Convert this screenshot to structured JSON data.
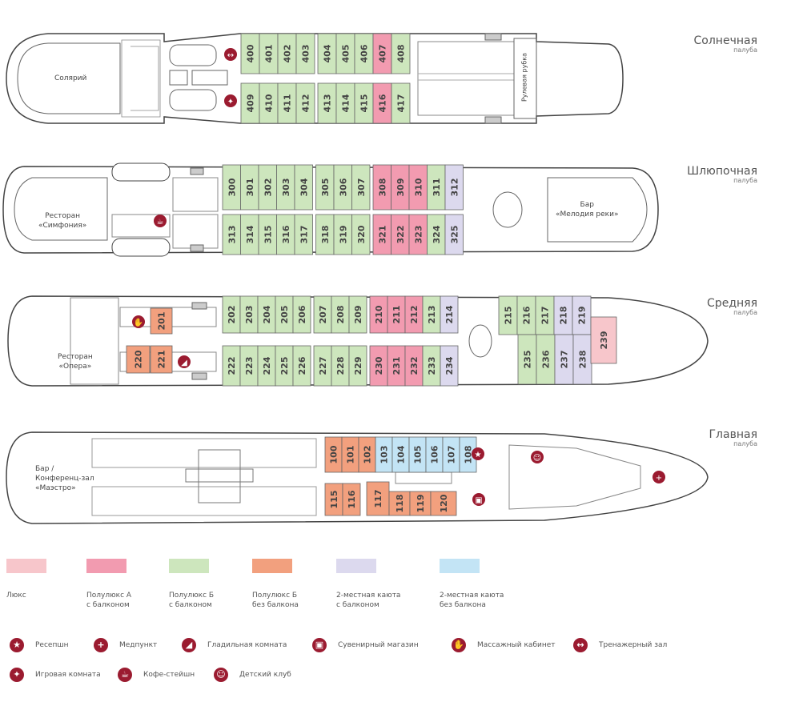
{
  "decks": [
    {
      "name": "Солнечная",
      "sub": "палуба"
    },
    {
      "name": "Шлюпочная",
      "sub": "палуба"
    },
    {
      "name": "Средняя",
      "sub": "палуба"
    },
    {
      "name": "Главная",
      "sub": "палуба"
    }
  ],
  "areas": {
    "solarium": "Солярий",
    "wheelhouse": "Рулевая рубка",
    "rest1a": "Ресторан",
    "rest1b": "«Симфония»",
    "bar1a": "Бар",
    "bar1b": "«Мелодия реки»",
    "rest2a": "Ресторан",
    "rest2b": "«Опера»",
    "conf1": "Бар /",
    "conf2": "Конференц-зал",
    "conf3": "«Маэстро»"
  },
  "colors": {
    "lux": "#f7c6cb",
    "semiA": "#f29bb0",
    "semiB": "#cde6bd",
    "semiBnb": "#f2a07e",
    "dbl": "#dcd9ee",
    "dblnb": "#c3e4f5",
    "accent": "#9b1b30"
  },
  "cabins": {
    "sun_top": [
      "400",
      "401",
      "402",
      "403",
      "404",
      "405",
      "406",
      "407",
      "408"
    ],
    "sun_bot": [
      "409",
      "410",
      "411",
      "412",
      "413",
      "414",
      "415",
      "416",
      "417"
    ],
    "boat_top": [
      "300",
      "301",
      "302",
      "303",
      "304",
      "305",
      "306",
      "307",
      "308",
      "309",
      "310",
      "311",
      "312"
    ],
    "boat_bot": [
      "313",
      "314",
      "315",
      "316",
      "317",
      "318",
      "319",
      "320",
      "321",
      "322",
      "323",
      "324",
      "325"
    ],
    "mid_top": [
      "202",
      "203",
      "204",
      "205",
      "206",
      "207",
      "208",
      "209",
      "210",
      "211",
      "212",
      "213",
      "214"
    ],
    "mid_bot": [
      "222",
      "223",
      "224",
      "225",
      "226",
      "227",
      "228",
      "229",
      "230",
      "231",
      "232",
      "233",
      "234"
    ],
    "mid_aft_top": [
      "215",
      "216",
      "217",
      "218",
      "219"
    ],
    "mid_aft_bot": [
      "235",
      "236",
      "237",
      "238"
    ],
    "mid_misc": [
      "201",
      "220",
      "221",
      "239"
    ],
    "main_top": [
      "100",
      "101",
      "102",
      "103",
      "104",
      "105",
      "106",
      "107",
      "108"
    ],
    "main_bot": [
      "115",
      "116",
      "117",
      "118",
      "119",
      "120"
    ]
  },
  "legend": [
    {
      "l1": "Люкс",
      "l2": ""
    },
    {
      "l1": "Полулюкс А",
      "l2": "с балконом"
    },
    {
      "l1": "Полулюкс Б",
      "l2": "с балконом"
    },
    {
      "l1": "Полулюкс Б",
      "l2": "без балкона"
    },
    {
      "l1": "2-местная каюта",
      "l2": "с балконом"
    },
    {
      "l1": "2-местная каюта",
      "l2": "без балкона"
    }
  ],
  "facilities": [
    {
      "icon": "star-icon",
      "glyph": "★",
      "label": "Ресепшн"
    },
    {
      "icon": "medical-cross-icon",
      "glyph": "+",
      "label": "Медпункт"
    },
    {
      "icon": "iron-icon",
      "glyph": "◢",
      "label": "Гладильная комната"
    },
    {
      "icon": "gift-icon",
      "glyph": "▣",
      "label": "Сувенирный магазин"
    },
    {
      "icon": "hand-icon",
      "glyph": "✋",
      "label": "Массажный кабинет"
    },
    {
      "icon": "dumbbell-icon",
      "glyph": "↔",
      "label": "Тренажерный зал"
    },
    {
      "icon": "game-icon",
      "glyph": "✦",
      "label": "Игровая комната"
    },
    {
      "icon": "coffee-icon",
      "glyph": "☕",
      "label": "Кофе-стейшн"
    },
    {
      "icon": "kids-icon",
      "glyph": "☺",
      "label": "Детский клуб"
    }
  ]
}
